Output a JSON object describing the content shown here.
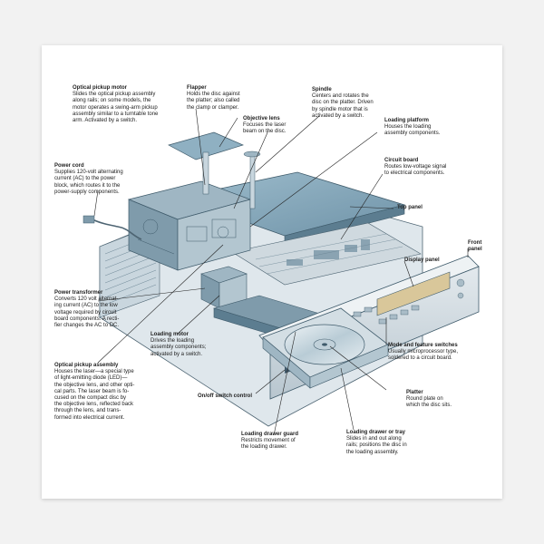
{
  "colors": {
    "background": "#f2f2f2",
    "poster": "#ffffff",
    "panel_blue": "#7fa3b8",
    "steel": "#b9c8d2",
    "dark_steel": "#5f7a8a",
    "text": "#222222"
  },
  "labels": [
    {
      "id": "optical-pickup-motor",
      "title": "Optical pickup motor",
      "desc": "Slides the optical pickup assembly\nalong rails; on some models, the\nmotor operates a swing-arm pickup\nassembly similar to a turntable tone\narm. Activated by a switch."
    },
    {
      "id": "flapper",
      "title": "Flapper",
      "desc": "Holds the disc against\nthe platter; also called\nthe clamp or clamper."
    },
    {
      "id": "spindle",
      "title": "Spindle",
      "desc": "Centers and rotates the\ndisc on the platter. Driven\nby spindle motor that is\nactivated by a switch."
    },
    {
      "id": "objective-lens",
      "title": "Objective lens",
      "desc": "Focuses the laser\nbeam on the disc."
    },
    {
      "id": "loading-platform",
      "title": "Loading platform",
      "desc": "Houses the loading\nassembly components."
    },
    {
      "id": "power-cord",
      "title": "Power cord",
      "desc": "Supplies 120-volt alternating\ncurrent (AC) to the power\nblock, which routes it to the\npower-supply components."
    },
    {
      "id": "circuit-board",
      "title": "Circuit board",
      "desc": "Routes low-voltage signal\nto electrical components."
    },
    {
      "id": "top-panel",
      "title": "Top panel",
      "desc": ""
    },
    {
      "id": "front-panel",
      "title": "Front\npanel",
      "desc": ""
    },
    {
      "id": "display-panel",
      "title": "Display panel",
      "desc": ""
    },
    {
      "id": "power-transformer",
      "title": "Power transformer",
      "desc": "Converts 120 volt alternat-\ning current (AC) to the low\nvoltage required by circuit\nboard components. A recti-\nfier changes the AC to DC."
    },
    {
      "id": "loading-motor",
      "title": "Loading motor",
      "desc": "Drives the loading\nassembly components;\nactivated by a switch."
    },
    {
      "id": "mode-feature-switches",
      "title": "Mode and feature switches",
      "desc": "Usually microprocessor type,\nsoldered to a circuit board."
    },
    {
      "id": "on-off-switch-control",
      "title": "On/off switch control",
      "desc": ""
    },
    {
      "id": "optical-pickup-assembly",
      "title": "Optical pickup assembly",
      "desc": "Houses the laser—a special type\nof light-emitting diode (LED)—\nthe objective lens, and other opti-\ncal parts. The laser beam is fo-\ncused on the compact disc by\nthe objective lens, reflected back\nthrough the lens, and trans-\nformed into electrical current."
    },
    {
      "id": "platter",
      "title": "Platter",
      "desc": "Round plate on\nwhich the disc sits."
    },
    {
      "id": "loading-drawer-guard",
      "title": "Loading drawer guard",
      "desc": "Restricts movement of\nthe loading drawer."
    },
    {
      "id": "loading-drawer-or-tray",
      "title": "Loading drawer or tray",
      "desc": "Slides in and out along\nrails; positions the disc in\nthe loading assembly."
    }
  ]
}
